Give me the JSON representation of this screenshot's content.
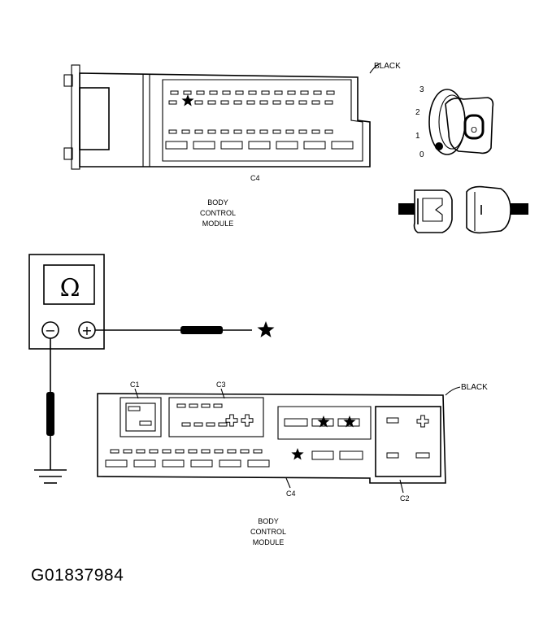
{
  "top_module": {
    "color_label": "BLACK",
    "connector_label": "C4",
    "module_name_lines": [
      "BODY",
      "CONTROL",
      "MODULE"
    ]
  },
  "ignition": {
    "positions": [
      "3",
      "2",
      "1",
      "0"
    ],
    "key_letter": "O"
  },
  "ohmmeter": {
    "symbol": "Ω",
    "negative_symbol": "−",
    "positive_symbol": "+"
  },
  "bottom_module": {
    "color_label": "BLACK",
    "connector_labels": {
      "c1": "C1",
      "c2": "C2",
      "c3": "C3",
      "c4": "C4"
    },
    "module_name_lines": [
      "BODY",
      "CONTROL",
      "MODULE"
    ]
  },
  "figure_id": "G01837984"
}
